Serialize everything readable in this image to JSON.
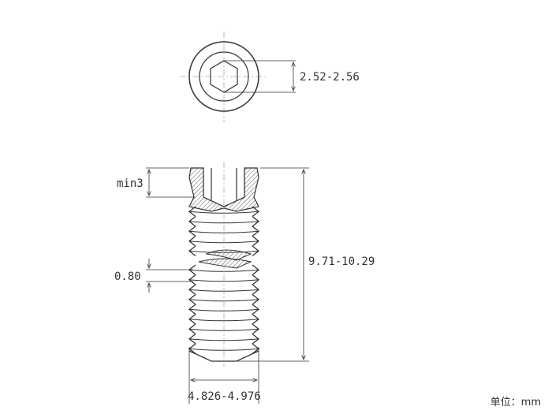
{
  "drawing": {
    "socket_width_label": "2.52-2.56",
    "socket_depth_label": "min3",
    "pitch_label": "0.80",
    "length_label": "9.71-10.29",
    "diameter_label": "4.826-4.976"
  },
  "unit_label": "单位：mm"
}
